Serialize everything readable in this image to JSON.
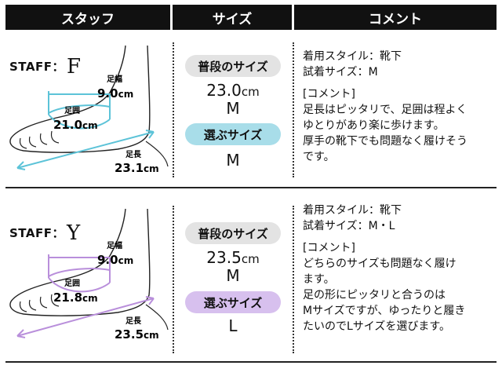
{
  "header": {
    "col_staff": "スタッフ",
    "col_size": "サイズ",
    "col_comment": "コメント"
  },
  "rows": [
    {
      "staff_label": "STAFF：",
      "staff_initial": "F",
      "accent": "#5cc3d8",
      "pill_color": "#a8dde9",
      "foot": {
        "width_label": "足幅",
        "width_value": "9.0",
        "width_unit": "cm",
        "girth_label": "足囲",
        "girth_value": "21.0",
        "girth_unit": "cm",
        "length_label": "足長",
        "length_value": "23.1",
        "length_unit": "cm"
      },
      "usual_label": "普段のサイズ",
      "usual_value": "23.0",
      "usual_unit": "cm",
      "usual_letter": "M",
      "chosen_label": "選ぶサイズ",
      "chosen_letter": "M",
      "comment": {
        "style_line": "着用スタイル：靴下",
        "tried_line": "試着サイズ：M",
        "heading": "[コメント]",
        "body_lines": [
          "足長はピッタリで、足囲は程よく",
          "ゆとりがあり楽に歩けます。",
          "厚手の靴下でも問題なく履けそう",
          "です。"
        ]
      }
    },
    {
      "staff_label": "STAFF：",
      "staff_initial": "Y",
      "accent": "#b98fdb",
      "pill_color": "#d7c0ee",
      "foot": {
        "width_label": "足幅",
        "width_value": "9.0",
        "width_unit": "cm",
        "girth_label": "足囲",
        "girth_value": "21.8",
        "girth_unit": "cm",
        "length_label": "足長",
        "length_value": "23.5",
        "length_unit": "cm"
      },
      "usual_label": "普段のサイズ",
      "usual_value": "23.5",
      "usual_unit": "cm",
      "usual_letter": "M",
      "chosen_label": "選ぶサイズ",
      "chosen_letter": "L",
      "comment": {
        "style_line": "着用スタイル：靴下",
        "tried_line": "試着サイズ：M・L",
        "heading": "[コメント]",
        "body_lines": [
          "どちらのサイズも問題なく履け",
          "ます。",
          "足の形にピッタリと合うのは",
          "Mサイズですが、ゆったりと履き",
          "たいのでLサイズを選びます。"
        ]
      }
    }
  ]
}
